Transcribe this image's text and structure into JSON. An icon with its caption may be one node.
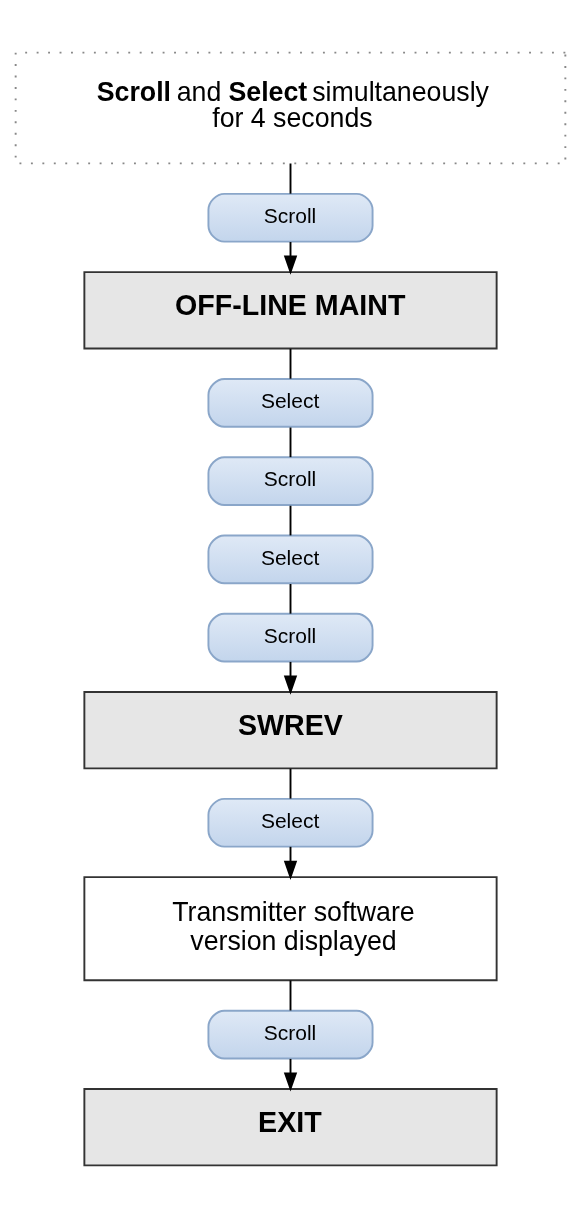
{
  "diagram": {
    "nodes": [
      {
        "text": [
          "**Scroll** and **Select** simultaneously for 4 seconds"
        ]
      },
      {
        "text": [
          "Scroll"
        ]
      },
      {
        "text": [
          "OFF-LINE MAINT"
        ]
      },
      {
        "text": [
          "Select"
        ]
      },
      {
        "text": [
          "Scroll"
        ]
      },
      {
        "text": [
          "Select"
        ]
      },
      {
        "text": [
          "Scroll"
        ]
      },
      {
        "text": [
          "SWREV"
        ]
      },
      {
        "text": [
          "Select"
        ]
      },
      {
        "text": [
          "Transmitter software version displayed"
        ]
      },
      {
        "text": [
          "Scroll"
        ]
      },
      {
        "text": [
          "EXIT"
        ]
      }
    ],
    "edges": [
      {
        "from": 0,
        "to": 1,
        "arrow": "none"
      },
      {
        "from": 1,
        "to": 2,
        "arrow": "to"
      },
      {
        "from": 2,
        "to": 3,
        "arrow": "none"
      },
      {
        "from": 3,
        "to": 4,
        "arrow": "none"
      },
      {
        "from": 4,
        "to": 5,
        "arrow": "none"
      },
      {
        "from": 5,
        "to": 6,
        "arrow": "none"
      },
      {
        "from": 6,
        "to": 7,
        "arrow": "to"
      },
      {
        "from": 7,
        "to": 8,
        "arrow": "none"
      },
      {
        "from": 8,
        "to": 9,
        "arrow": "to"
      },
      {
        "from": 9,
        "to": 10,
        "arrow": "none"
      },
      {
        "from": 10,
        "to": 11,
        "arrow": "to"
      }
    ]
  }
}
